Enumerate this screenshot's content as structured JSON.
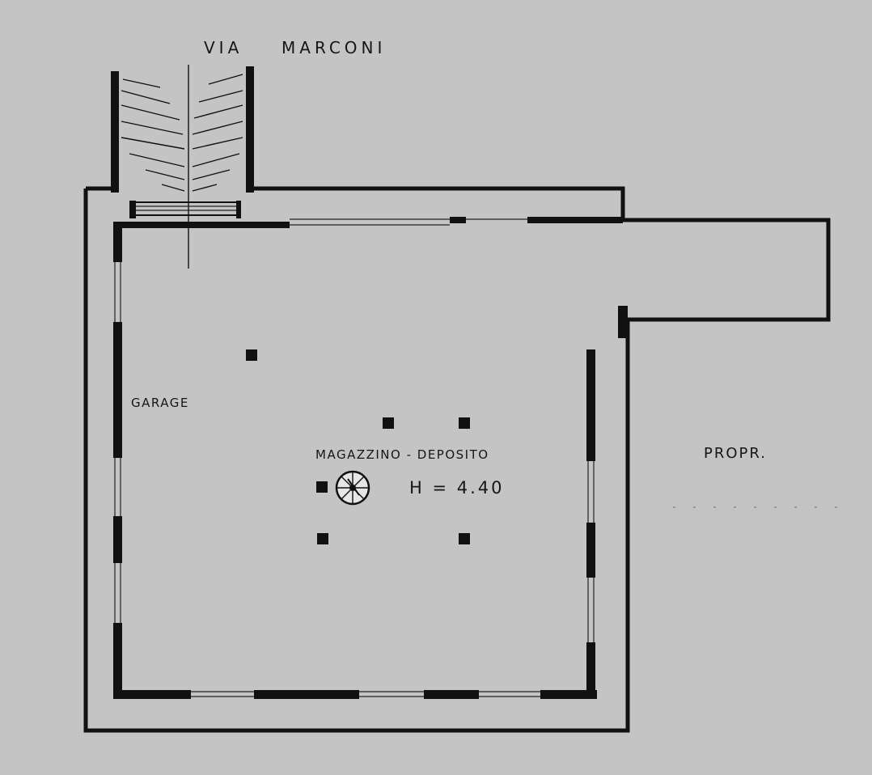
{
  "labels": {
    "street_left": "VIA",
    "street_right": "MARCONI",
    "garage": "GARAGE",
    "room": "MAGAZZINO - DEPOSITO",
    "height": "H = 4.40",
    "neighbor": "PROPR."
  }
}
